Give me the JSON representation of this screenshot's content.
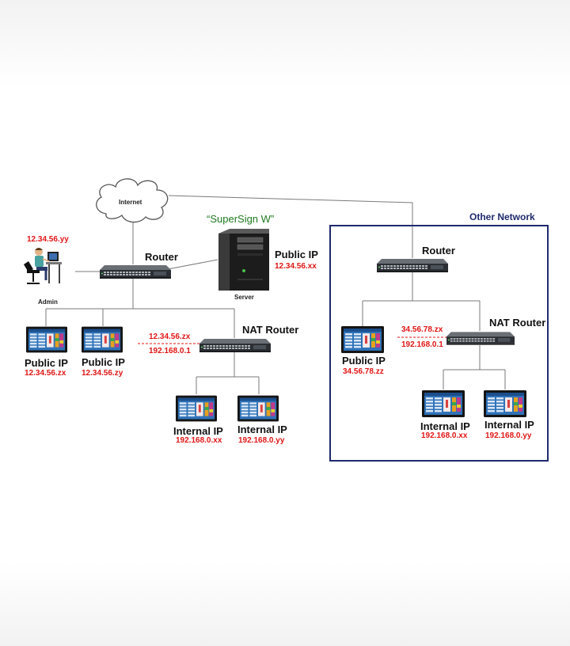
{
  "internet": {
    "label": "Internet"
  },
  "server": {
    "app_name": "“SuperSign W”",
    "caption": "Server",
    "ip_label": "Public IP",
    "ip": "12.34.56.xx"
  },
  "admin": {
    "ip": "12.34.56.yy",
    "caption": "Admin"
  },
  "main_router": {
    "label": "Router"
  },
  "public_displays": [
    {
      "label": "Public IP",
      "ip": "12.34.56.zx"
    },
    {
      "label": "Public IP",
      "ip": "12.34.56.zy"
    }
  ],
  "nat_router": {
    "label": "NAT Router",
    "wan_ip": "12.34.56.zx",
    "lan_ip": "192.168.0.1"
  },
  "internal_displays": [
    {
      "label": "Internal IP",
      "ip": "192.168.0.xx"
    },
    {
      "label": "Internal IP",
      "ip": "192.168.0.yy"
    }
  ],
  "other_network": {
    "title": "Other Network",
    "router_label": "Router",
    "public_display": {
      "label": "Public IP",
      "ip": "34.56.78.zz"
    },
    "nat_router": {
      "label": "NAT Router",
      "wan_ip": "34.56.78.zx",
      "lan_ip": "192.168.0.1"
    },
    "internal_displays": [
      {
        "label": "Internal IP",
        "ip": "192.168.0.xx"
      },
      {
        "label": "Internal IP",
        "ip": "192.168.0.yy"
      }
    ]
  },
  "colors": {
    "ip_text": "#e01515",
    "app_name": "#1f7a1f",
    "network_border": "#1f2a6e",
    "line": "#7a7a7a"
  }
}
